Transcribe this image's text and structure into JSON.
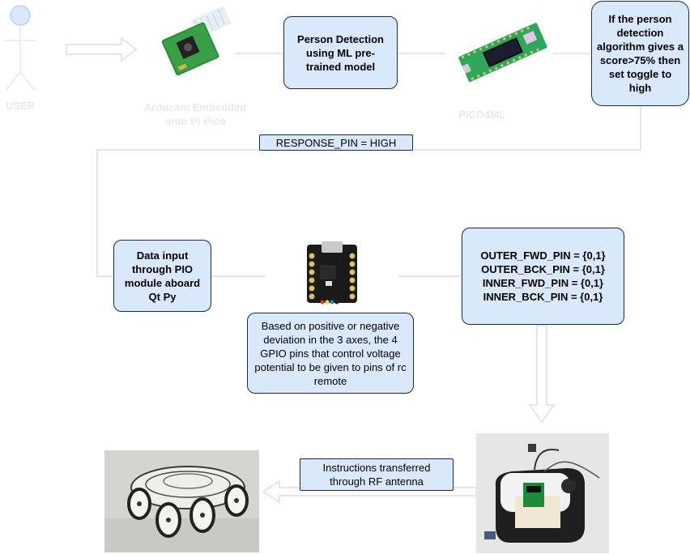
{
  "colors": {
    "box_fill": "#dae8fc",
    "box_border": "#1b2a4a",
    "connector": "#e6e6e6",
    "faint_text": "#eaeaea"
  },
  "user": {
    "label": "USER"
  },
  "camera": {
    "label": "Arducam Embedded onto Pi Pico"
  },
  "person_detection": {
    "label": "Person Detection using ML pre-trained model"
  },
  "pico4ml": {
    "label": "PICO4ML"
  },
  "threshold": {
    "label": "If the person detection algorithm gives a score>75% then set toggle to high"
  },
  "response_pin": {
    "label": "RESPONSE_PIN = HIGH"
  },
  "data_input": {
    "label": "Data input through PIO module aboard Qt Py"
  },
  "gpio_desc": {
    "label": "Based on positive or negative deviation in the 3 axes, the 4 GPIO pins that control voltage potential to be given to pins of rc remote"
  },
  "pins": {
    "lines": [
      "OUTER_FWD_PIN = {0,1}",
      "OUTER_BCK_PIN = {0,1}",
      "INNER_FWD_PIN = {0,1}",
      "INNER_BCK_PIN = {0,1}"
    ]
  },
  "rf": {
    "label": "Instructions transferred through RF antenna"
  },
  "icons": {
    "user": "user-actor-icon",
    "camera": "camera-module-photo",
    "pico4ml": "pico4ml-board-photo",
    "qtpy": "qtpy-board-photo",
    "remote": "rc-remote-photo",
    "car": "rc-car-photo"
  }
}
